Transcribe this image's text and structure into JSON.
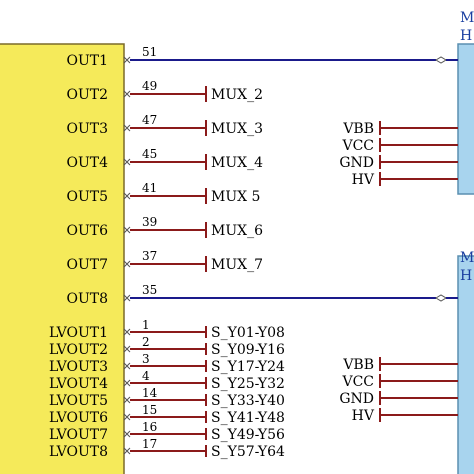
{
  "colors": {
    "chip_fill": "#f5ea5a",
    "chip_stroke": "#7a6a2a",
    "wire": "#8b1a1a",
    "bus_wire": "#1a1a8b",
    "right_chip_fill": "#a8d4ee",
    "right_chip_stroke": "#5a8fb0"
  },
  "main_chip": {
    "outputs": [
      {
        "pin": "OUT1",
        "num": "51",
        "net": ""
      },
      {
        "pin": "OUT2",
        "num": "49",
        "net": "MUX_2"
      },
      {
        "pin": "OUT3",
        "num": "47",
        "net": "MUX_3"
      },
      {
        "pin": "OUT4",
        "num": "45",
        "net": "MUX_4"
      },
      {
        "pin": "OUT5",
        "num": "41",
        "net": "MUX 5"
      },
      {
        "pin": "OUT6",
        "num": "39",
        "net": "MUX_6"
      },
      {
        "pin": "OUT7",
        "num": "37",
        "net": "MUX_7"
      },
      {
        "pin": "OUT8",
        "num": "35",
        "net": ""
      }
    ],
    "lv_outputs": [
      {
        "pin": "LVOUT1",
        "num": "1",
        "net": "S_Y01-Y08"
      },
      {
        "pin": "LVOUT2",
        "num": "2",
        "net": "S_Y09-Y16"
      },
      {
        "pin": "LVOUT3",
        "num": "3",
        "net": "S_Y17-Y24"
      },
      {
        "pin": "LVOUT4",
        "num": "4",
        "net": "S_Y25-Y32"
      },
      {
        "pin": "LVOUT5",
        "num": "14",
        "net": "S_Y33-Y40"
      },
      {
        "pin": "LVOUT6",
        "num": "15",
        "net": "S_Y41-Y48"
      },
      {
        "pin": "LVOUT7",
        "num": "16",
        "net": "S_Y49-Y56"
      },
      {
        "pin": "LVOUT8",
        "num": "17",
        "net": "S_Y57-Y64"
      }
    ]
  },
  "right_chips": [
    {
      "label_line1": "M",
      "label_line2": "H",
      "power": [
        "VBB",
        "VCC",
        "GND",
        "HV"
      ]
    },
    {
      "label_line1": "M",
      "label_line2": "H",
      "power": [
        "VBB",
        "VCC",
        "GND",
        "HV"
      ]
    }
  ]
}
